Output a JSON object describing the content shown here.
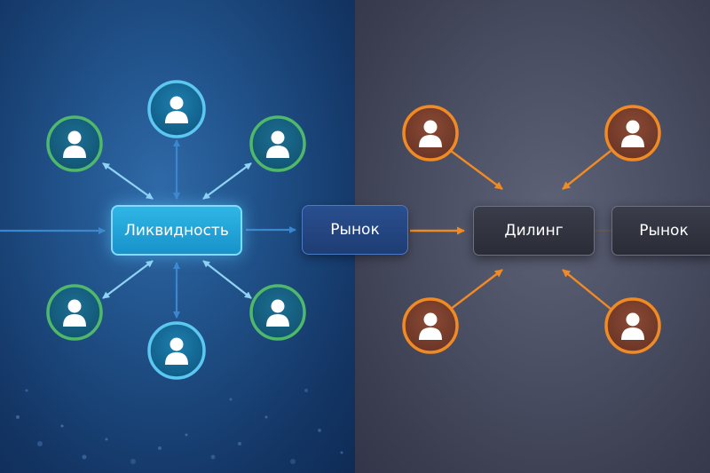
{
  "left_panel": {
    "liquidity_label": "Ликвидность",
    "market_label": "Рынок"
  },
  "right_panel": {
    "dealing_label": "Дилинг",
    "market_label": "Рынок"
  },
  "colors": {
    "left_background": "#1f4f86",
    "right_background": "#4a4e62",
    "blue_node_ring": "#5cc7f0",
    "green_node_ring": "#4fb86a",
    "orange_node_ring": "#f08a25",
    "blue_arrow": "#7fc8ee",
    "orange_arrow": "#f08a25"
  },
  "icons": {
    "participant": "person-icon"
  }
}
